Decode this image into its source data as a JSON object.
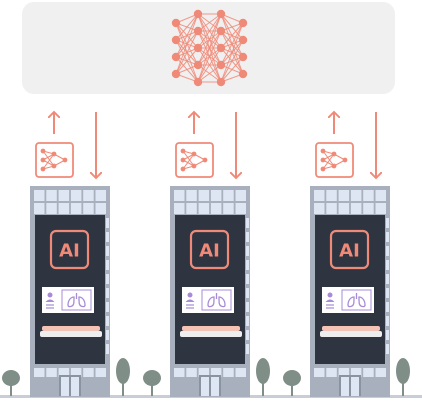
{
  "diagram": {
    "buildings": [
      {
        "id": "building-1",
        "badge": "AI"
      },
      {
        "id": "building-2",
        "badge": "AI"
      },
      {
        "id": "building-3",
        "badge": "AI"
      }
    ],
    "global_model": {
      "icon": "neural-network-icon"
    },
    "local_model": {
      "icon": "neural-network-chip-icon"
    },
    "card": {
      "icons": [
        "patient-record-icon",
        "lungs-icon"
      ]
    },
    "colors": {
      "accent": "#f08a78",
      "cloud": "#f0f0f0",
      "building_frame": "#a9b0bd",
      "building_window": "#dde6f2",
      "panel_dark": "#2f3441",
      "card_purple": "#a78bd8",
      "tree": "#7f8e87"
    }
  }
}
